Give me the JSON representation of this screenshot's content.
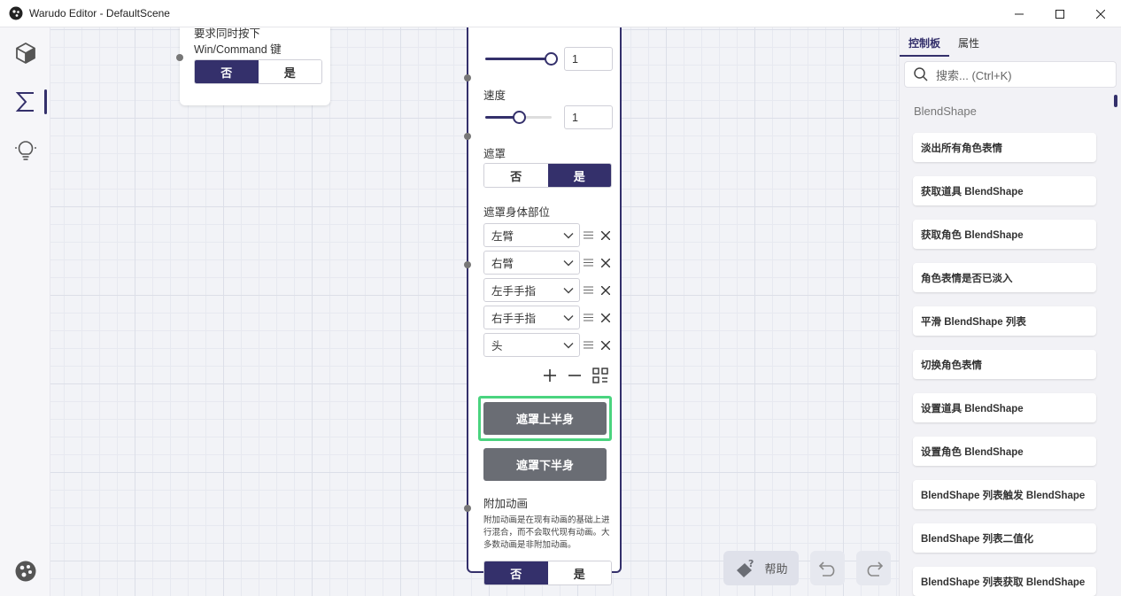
{
  "window": {
    "title": "Warudo Editor - DefaultScene"
  },
  "nav": {
    "items": [
      "cube-icon",
      "sigma-icon",
      "lightbulb-icon"
    ],
    "bottom": [
      "palette-icon",
      "sidebar-toggle-icon"
    ]
  },
  "node_top": {
    "label_line1": "要求同时按下",
    "label_line2": "Win/Command 键",
    "no": "否",
    "yes": "是",
    "selected": "否"
  },
  "node_main": {
    "top_value": "1",
    "speed_label": "速度",
    "speed_value": "1",
    "mask_label": "遮罩",
    "mask_no": "否",
    "mask_yes": "是",
    "mask_selected": "是",
    "parts_label": "遮罩身体部位",
    "parts": [
      "左臂",
      "右臂",
      "左手手指",
      "右手手指",
      "头"
    ],
    "btn_upper": "遮罩上半身",
    "btn_lower": "遮罩下半身",
    "additive_label": "附加动画",
    "additive_desc": "附加动画是在现有动画的基础上进行混合，而不会取代现有动画。大多数动画是非附加动画。",
    "additive_no": "否",
    "additive_yes": "是",
    "additive_selected": "否"
  },
  "canvas_buttons": {
    "help": "帮助"
  },
  "right_panel": {
    "tabs": [
      "控制板",
      "属性"
    ],
    "search_placeholder": "搜索... (Ctrl+K)",
    "section": "BlendShape",
    "items": [
      "淡出所有角色表情",
      "获取道具 BlendShape",
      "获取角色 BlendShape",
      "角色表情是否已淡入",
      "平滑 BlendShape 列表",
      "切换角色表情",
      "设置道具 BlendShape",
      "设置角色 BlendShape",
      "BlendShape 列表触发 BlendShape",
      "BlendShape 列表二值化",
      "BlendShape 列表获取 BlendShape"
    ]
  },
  "colors": {
    "accent": "#34306b",
    "highlight": "#4ad47f",
    "button_gray": "#6a6d74"
  }
}
